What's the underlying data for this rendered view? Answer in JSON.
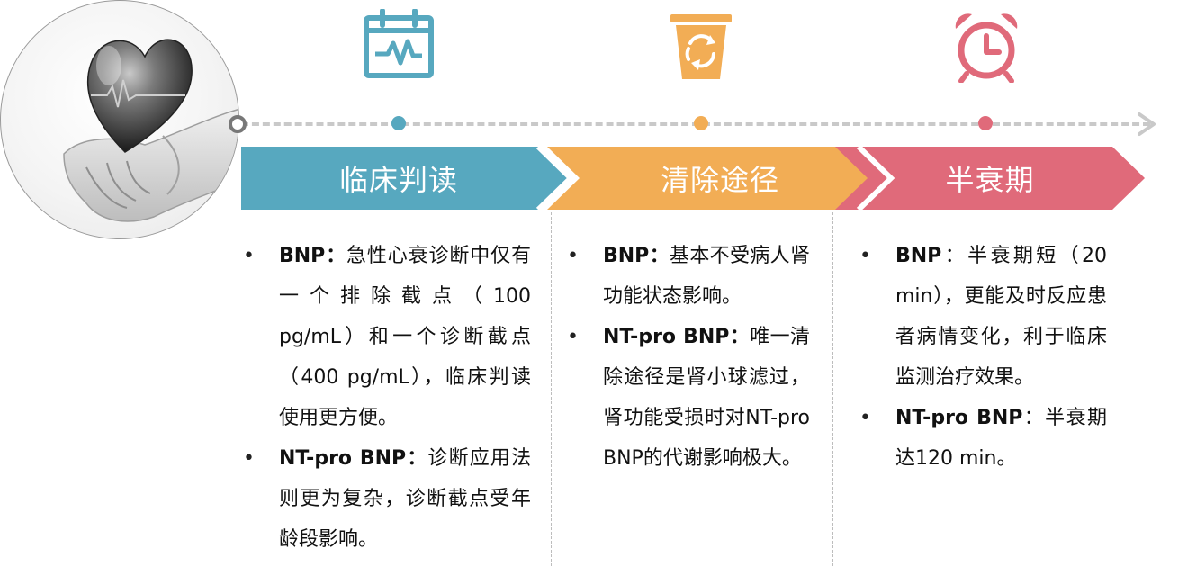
{
  "timeline": {
    "colors": {
      "teal": "#57a8bf",
      "orange": "#f2ad55",
      "pink": "#e06a7a",
      "gray": "#c9c9c9"
    }
  },
  "stages": [
    {
      "id": "clinical",
      "icon": "calendar-pulse-icon",
      "title": "临床判读",
      "color": "#57a8bf",
      "bullets": [
        {
          "term": "BNP：",
          "text": "急性心衰诊断中仅有一个排除截点（100 pg/mL）和一个诊断截点（400 pg/mL），临床判读使用更方便。"
        },
        {
          "term": "NT-pro BNP：",
          "text": "诊断应用法则更为复杂，诊断截点受年龄段影响。"
        }
      ]
    },
    {
      "id": "clearance",
      "icon": "recycle-bin-icon",
      "title": "清除途径",
      "color": "#f2ad55",
      "bullets": [
        {
          "term": "BNP：",
          "text": "基本不受病人肾功能状态影响。"
        },
        {
          "term": "NT-pro BNP：",
          "text": "唯一清除途径是肾小球滤过，肾功能受损时对NT-pro BNP的代谢影响极大。"
        }
      ]
    },
    {
      "id": "halflife",
      "icon": "alarm-clock-icon",
      "title": "半衰期",
      "color": "#e06a7a",
      "bullets": [
        {
          "term": "BNP",
          "text": "：半衰期短（20 min），更能及时反应患者病情变化，利于临床监测治疗效果。"
        },
        {
          "term": "NT-pro BNP",
          "text": "：半衰期达120 min。"
        }
      ]
    }
  ]
}
